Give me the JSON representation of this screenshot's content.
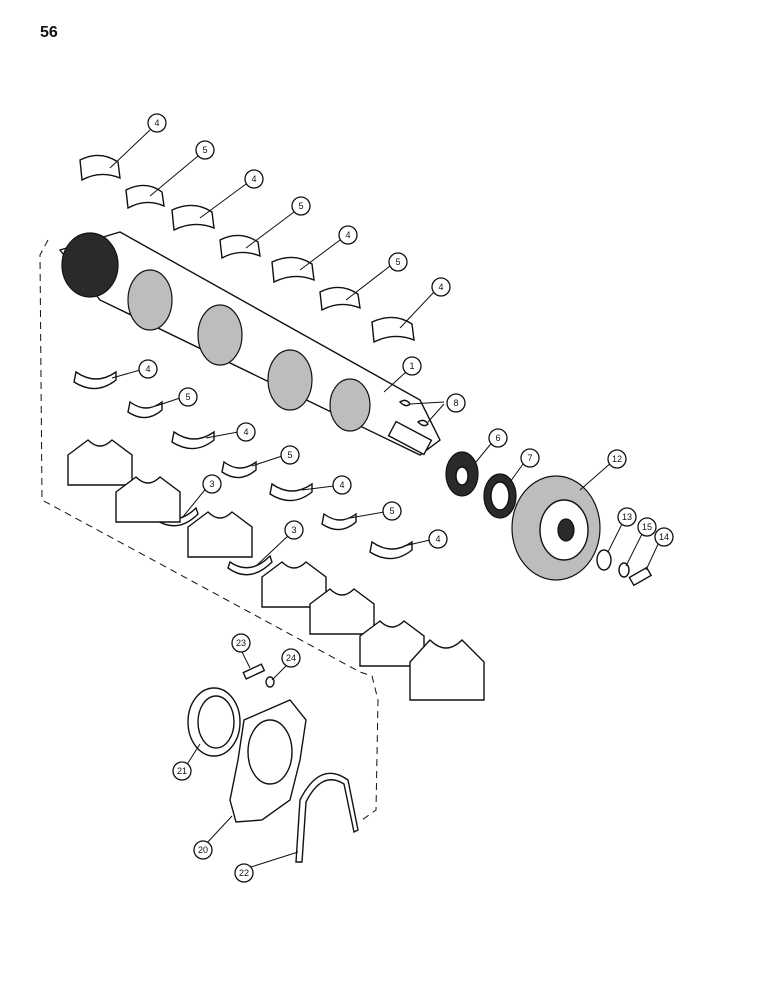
{
  "page": {
    "number": "56"
  },
  "callouts": {
    "c1": "1",
    "c3a": "3",
    "c3b": "3",
    "c4a": "4",
    "c4b": "4",
    "c4c": "4",
    "c4d": "4",
    "c4e": "4",
    "c4f": "4",
    "c4g": "4",
    "c4h": "4",
    "c5a": "5",
    "c5b": "5",
    "c5c": "5",
    "c5d": "5",
    "c5e": "5",
    "c5f": "5",
    "c6": "6",
    "c7": "7",
    "c8": "8",
    "c12": "12",
    "c13": "13",
    "c14": "14",
    "c15": "15",
    "c20": "20",
    "c21": "21",
    "c22": "22",
    "c23": "23",
    "c24": "24"
  }
}
